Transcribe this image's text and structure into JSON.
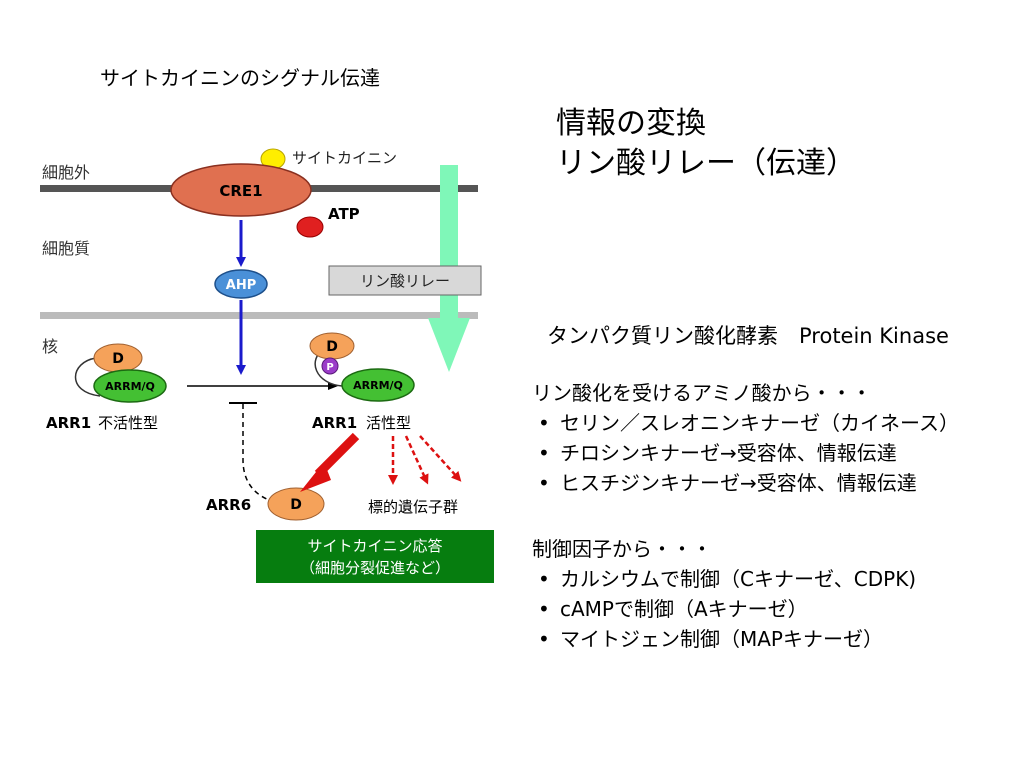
{
  "title": "サイトカイニンのシグナル伝達",
  "heading": [
    "情報の変換",
    "リン酸リレー（伝達）"
  ],
  "diagram": {
    "compartments": {
      "outside": "細胞外",
      "cytoplasm": "細胞質",
      "nucleus": "核"
    },
    "cytokinin_label": "サイトカイニン",
    "receptor": "CRE1",
    "atp": "ATP",
    "ahp": "AHP",
    "relay_box": "リン酸リレー",
    "d_domain": "D",
    "p_mark": "P",
    "arrm": "ARRM/Q",
    "arr1_inactive_name": "ARR1",
    "arr1_inactive_state": "不活性型",
    "arr1_active_name": "ARR1",
    "arr1_active_state": "活性型",
    "arr6": "ARR6",
    "target_genes": "標的遺伝子群",
    "response_line1": "サイトカイニン応答",
    "response_line2": "（細胞分裂促進など）",
    "colors": {
      "receptor": "#e07050",
      "cytokinin": "#ffee00",
      "atp": "#e02020",
      "ahp": "#4a90d8",
      "arrm": "#44c033",
      "d_domain": "#f5a25a",
      "p_mark": "#9b3cc9",
      "membrane": "#555555",
      "nuclear_membrane": "#bbbbbb",
      "relay_arrow": "#7ff7b8",
      "pathway_arrow": "#1a1acc",
      "activation_arrow": "#dd1111",
      "response_box": "#067d0f"
    }
  },
  "kinase_title": "タンパク質リン酸化酵素　Protein Kinase",
  "aa_section": {
    "head": "リン酸化を受けるアミノ酸から・・・",
    "items": [
      "セリン／スレオニンキナーゼ（カイネース）",
      "チロシンキナーゼ→受容体、情報伝達",
      "ヒスチジンキナーゼ→受容体、情報伝達"
    ]
  },
  "control_section": {
    "head": "制御因子から・・・",
    "items": [
      "カルシウムで制御（Cキナーゼ、CDPK)",
      "cAMPで制御（Aキナーゼ）",
      "マイトジェン制御（MAPキナーゼ）"
    ]
  }
}
